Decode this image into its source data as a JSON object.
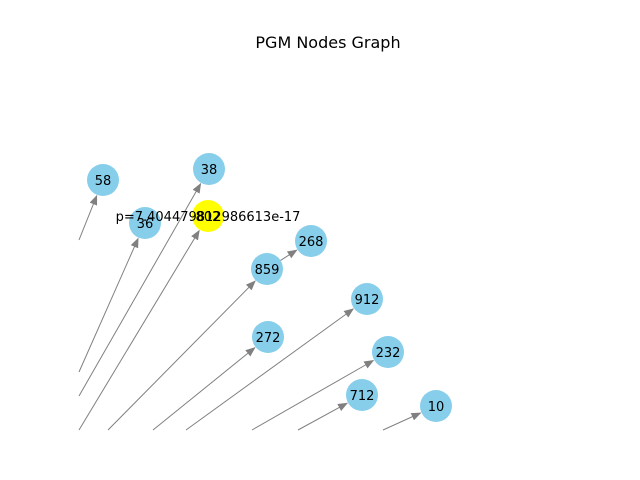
{
  "title": "PGM Nodes Graph",
  "colors": {
    "node": "#87ceeb",
    "highlight": "#ffff00",
    "edge": "#808080"
  },
  "nodes": [
    {
      "id": "58",
      "label": "58",
      "highlight": false
    },
    {
      "id": "38",
      "label": "38",
      "highlight": false
    },
    {
      "id": "36",
      "label": "36",
      "highlight": false
    },
    {
      "id": "hl",
      "label": "802",
      "highlight": true
    },
    {
      "id": "268",
      "label": "268",
      "highlight": false
    },
    {
      "id": "859",
      "label": "859",
      "highlight": false
    },
    {
      "id": "912",
      "label": "912",
      "highlight": false
    },
    {
      "id": "272",
      "label": "272",
      "highlight": false
    },
    {
      "id": "232",
      "label": "232",
      "highlight": false
    },
    {
      "id": "712",
      "label": "712",
      "highlight": false
    },
    {
      "id": "10",
      "label": "10",
      "highlight": false
    }
  ],
  "probability_label": "p=7.404479812986613e-17",
  "edges": [
    {
      "from": "offscreen-a",
      "to": "58"
    },
    {
      "from": "offscreen-b",
      "to": "36"
    },
    {
      "from": "offscreen-c",
      "to": "38"
    },
    {
      "from": "offscreen-d",
      "to": "hl"
    },
    {
      "from": "offscreen-e",
      "to": "859"
    },
    {
      "from": "859",
      "to": "268"
    },
    {
      "from": "offscreen-f",
      "to": "272"
    },
    {
      "from": "offscreen-g",
      "to": "912"
    },
    {
      "from": "offscreen-h",
      "to": "232"
    },
    {
      "from": "offscreen-i",
      "to": "712"
    },
    {
      "from": "offscreen-j",
      "to": "10"
    }
  ]
}
